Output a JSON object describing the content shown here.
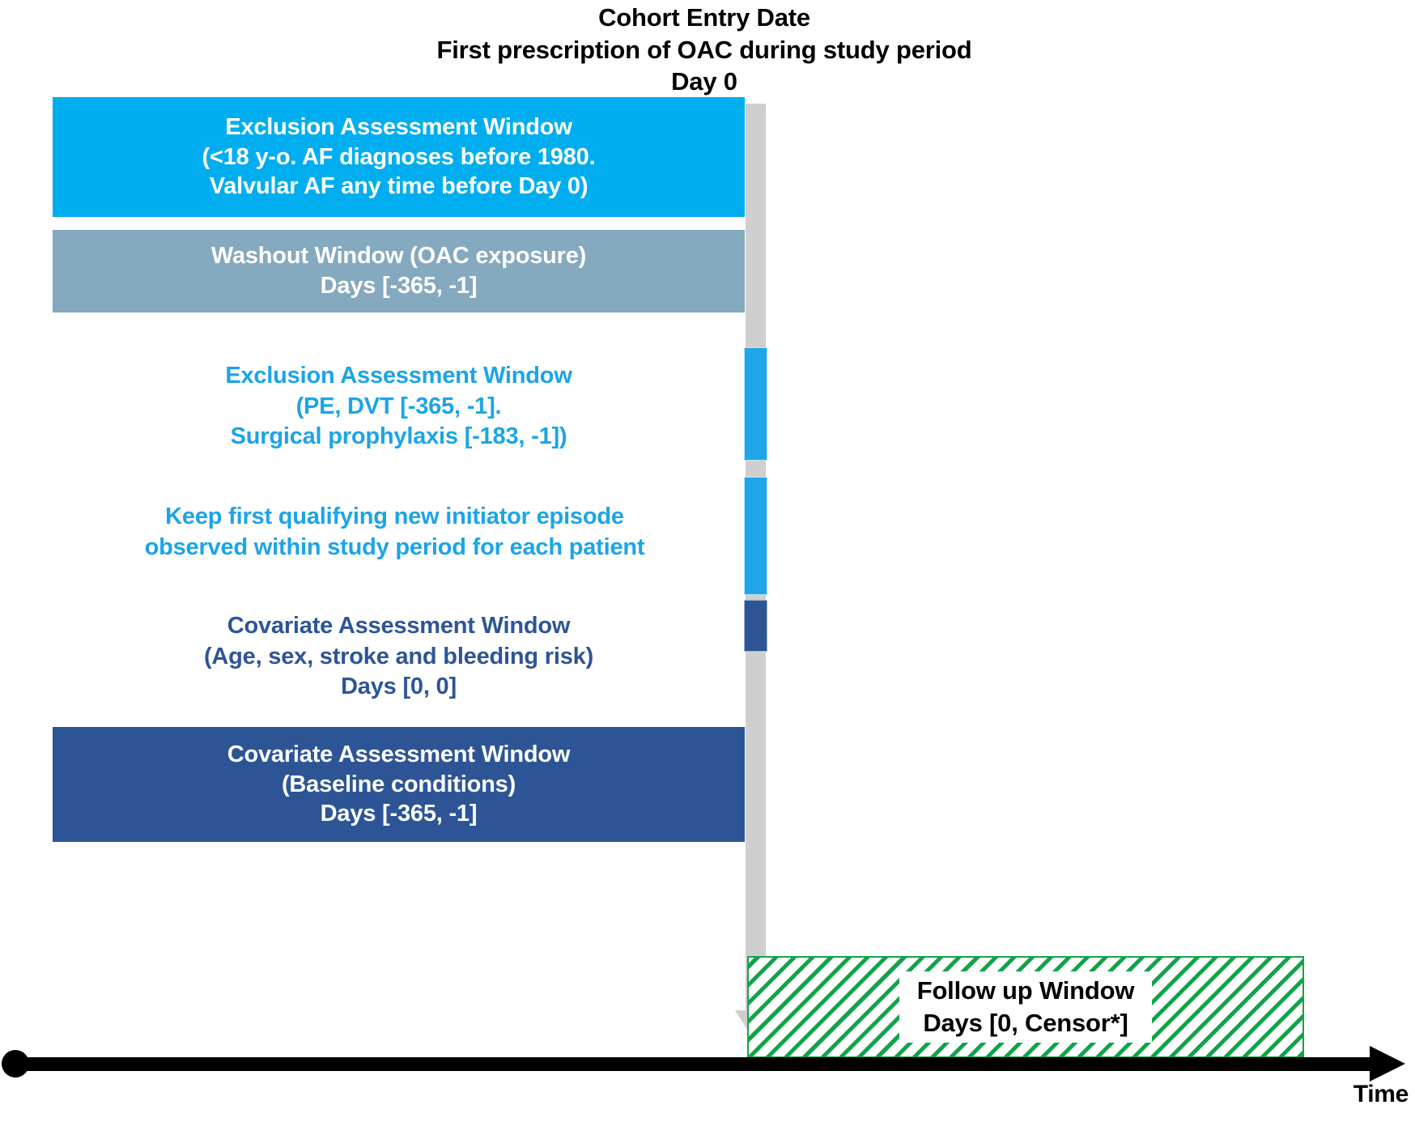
{
  "header": {
    "lines": [
      "Cohort Entry Date",
      "First prescription of OAC during study period",
      "Day 0"
    ]
  },
  "axes": {
    "time_label": "Time",
    "vertical_axis_name": "day-0 index line"
  },
  "windows": [
    {
      "id": "exclusion-assessment-1",
      "kind": "filled-bar",
      "color": "#00AEEF",
      "text_color": "#FFFFFF",
      "lines": [
        "Exclusion Assessment Window",
        "(<18 y-o. AF diagnoses before 1980.",
        "Valvular AF any time before Day 0)"
      ]
    },
    {
      "id": "washout",
      "kind": "filled-bar",
      "color": "#85A9BE",
      "text_color": "#FFFFFF",
      "lines": [
        "Washout Window (OAC exposure)",
        "Days [-365, -1]"
      ]
    },
    {
      "id": "exclusion-assessment-2",
      "kind": "segment-label",
      "color": "#20A5E8",
      "text_color": "#1CA4E8",
      "lines": [
        "Exclusion Assessment Window",
        "(PE, DVT [-365, -1].",
        "Surgical prophylaxis [-183, -1])"
      ]
    },
    {
      "id": "keep-first-episode",
      "kind": "segment-label",
      "color": "#20A5E8",
      "text_color": "#1CA4E8",
      "lines": [
        "Keep first qualifying new initiator episode",
        "observed within study period for each patient"
      ]
    },
    {
      "id": "covariate-assessment-day0",
      "kind": "segment-label",
      "color": "#2D5596",
      "text_color": "#2D5596",
      "lines": [
        "Covariate Assessment Window",
        "(Age, sex, stroke and bleeding risk)",
        "Days [0, 0]"
      ]
    },
    {
      "id": "covariate-assessment-baseline",
      "kind": "filled-bar",
      "color": "#2D5596",
      "text_color": "#FFFFFF",
      "lines": [
        "Covariate Assessment Window",
        "(Baseline conditions)",
        "Days [-365, -1]"
      ]
    },
    {
      "id": "follow-up",
      "kind": "hatched-box",
      "color": "#12A34A",
      "text_color": "#000000",
      "lines": [
        "Follow up Window",
        "Days [0, Censor*]"
      ]
    }
  ],
  "colors": {
    "cyan": "#00AEEF",
    "cyan_text": "#1CA4E8",
    "steel_blue": "#85A9BE",
    "navy": "#2D5596",
    "green": "#12A34A",
    "axis_gray": "#CFCFCF",
    "black": "#000000"
  }
}
